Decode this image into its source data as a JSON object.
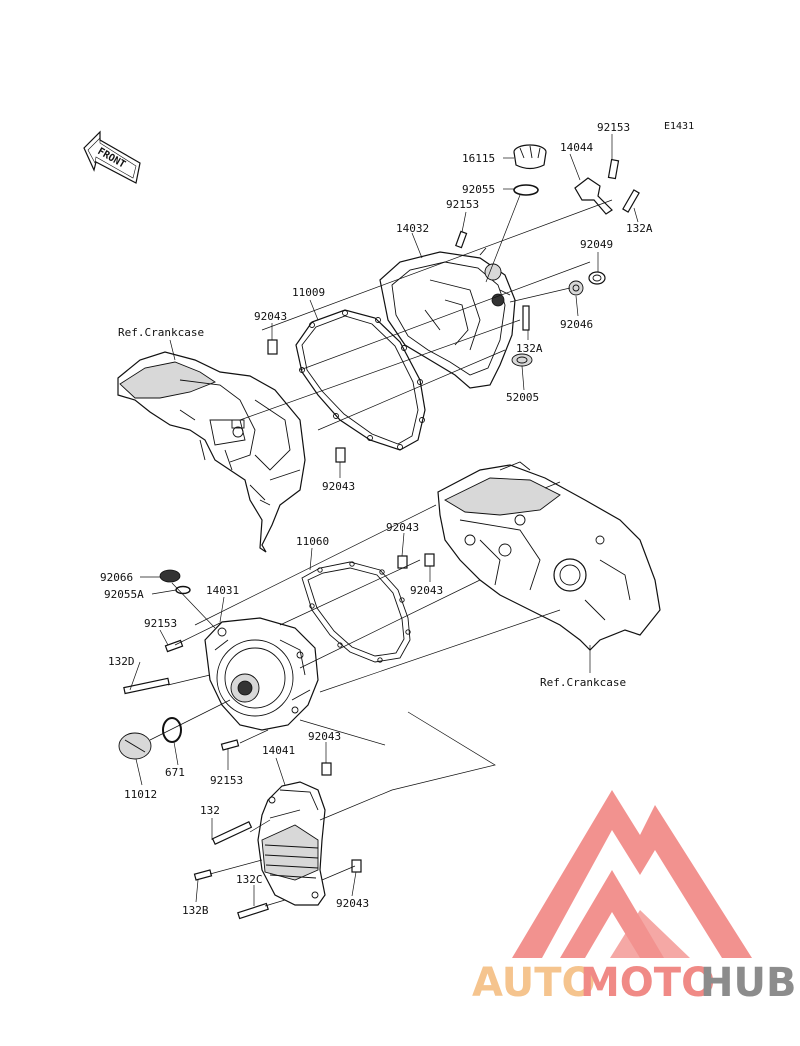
{
  "diagram": {
    "code": "E1431",
    "front_arrow_text": "FRONT",
    "references": {
      "crankcase_upper": "Ref.Crankcase",
      "crankcase_lower": "Ref.Crankcase"
    },
    "parts": {
      "p92153_top": "92153",
      "p16115": "16115",
      "p14044": "14044",
      "p92055": "92055",
      "p92153_b": "92153",
      "p132A_top": "132A",
      "p14032": "14032",
      "p92049": "92049",
      "p11009": "11009",
      "p92043_a": "92043",
      "p92046": "92046",
      "p132A_mid": "132A",
      "p52005": "52005",
      "p92043_b": "92043",
      "p92043_c": "92043",
      "p11060": "11060",
      "p92066": "92066",
      "p92055A": "92055A",
      "p14031": "14031",
      "p92043_d": "92043",
      "p92153_c": "92153",
      "p132D": "132D",
      "p92043_e": "92043",
      "p14041": "14041",
      "p671": "671",
      "p11012": "11012",
      "p92153_d": "92153",
      "p132": "132",
      "p132C": "132C",
      "p132B": "132B",
      "p92043_f": "92043"
    }
  },
  "watermark": {
    "part1": "AUTO",
    "part2": "MOTO",
    "part3": "HUB",
    "colors": {
      "auto": "#f5c48e",
      "moto": "#f08a86",
      "hub": "#8c8c8c",
      "logo": "#f07f7c"
    }
  }
}
